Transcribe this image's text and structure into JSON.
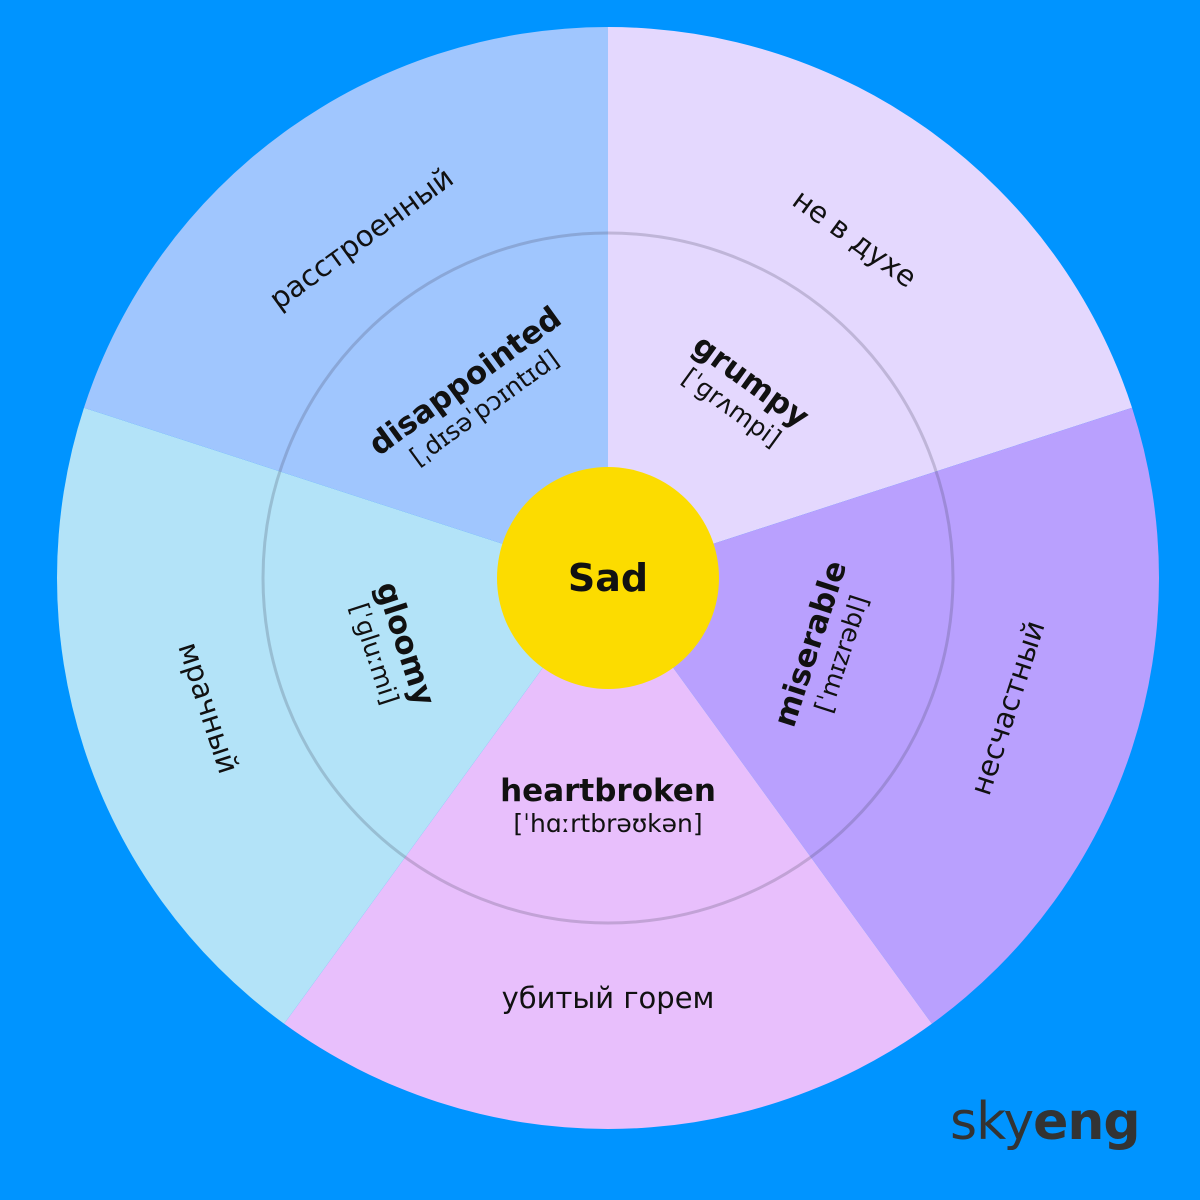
{
  "center": {
    "label": "Sad",
    "color": "#FCDC00"
  },
  "segments": [
    {
      "word": "grumpy",
      "ipa": "[ˈɡrʌmpi]",
      "translation": "не в духе",
      "color": "#E4D8FE"
    },
    {
      "word": "miserable",
      "ipa": "[ˈmɪzrəbl]",
      "translation": "несчастный",
      "color": "#B9A0FE"
    },
    {
      "word": "heartbroken",
      "ipa": "[ˈhɑːrtbrəʊkən]",
      "translation": "убитый горем",
      "color": "#E8BFFC"
    },
    {
      "word": "gloomy",
      "ipa": "[ˈɡluːmi]",
      "translation": "мрачный",
      "color": "#B3E3F8"
    },
    {
      "word": "disappointed",
      "ipa": "[ˌdɪsəˈpɔɪntɪd]",
      "translation": "расстроенный",
      "color": "#A0C6FE"
    }
  ],
  "logo": {
    "part1": "sky",
    "part2": "eng"
  },
  "background": "#0094FF"
}
